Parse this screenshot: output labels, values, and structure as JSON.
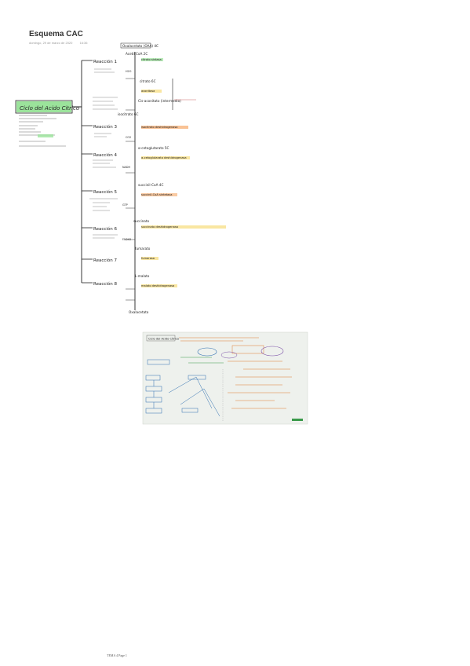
{
  "page": {
    "title": "Esquema CAC",
    "date": "domingo, 29 de marzo de 2020",
    "time": "16:36",
    "footer": "TEMA 4 Page 1"
  },
  "mindmap": {
    "central_topic": "Ciclo del Acido Citrico",
    "reactions": [
      "Reacción 1",
      "Reacción 3",
      "Reacción 4",
      "Reacción 5",
      "Reacción 6",
      "Reacción 7",
      "Reacción 8"
    ],
    "metabolites": [
      "Oxalacetato (OAA) 4C",
      "Acetil CoA 2C",
      "citrato 6C",
      "Cis-aconitato (intermedio)",
      "isocitrato 6C",
      "α-cetoglutarato 5C",
      "succinil-CoA 4C",
      "succinato",
      "fumarato",
      "L-malato",
      "Oxalacetato"
    ],
    "enzymes": [
      "citrato sintasa",
      "aconitasa",
      "isocitrato deshidrogenasa",
      "α-cetoglutarato deshidrogenasa",
      "succinil-CoA sintetasa",
      "succinato deshidrogenasa",
      "fumarasa",
      "malato deshidrogenasa"
    ],
    "molecules": [
      "H2O",
      "CO2",
      "NADH",
      "GTP",
      "FADH2"
    ]
  },
  "photo": {
    "heading": "Ciclo del Acido Cítrico",
    "colors": {
      "orange": "#e07a2e",
      "blue": "#2f6fb0",
      "purple": "#7b4fa8",
      "green": "#3a9a4a",
      "paper": "#eef1ed"
    }
  }
}
